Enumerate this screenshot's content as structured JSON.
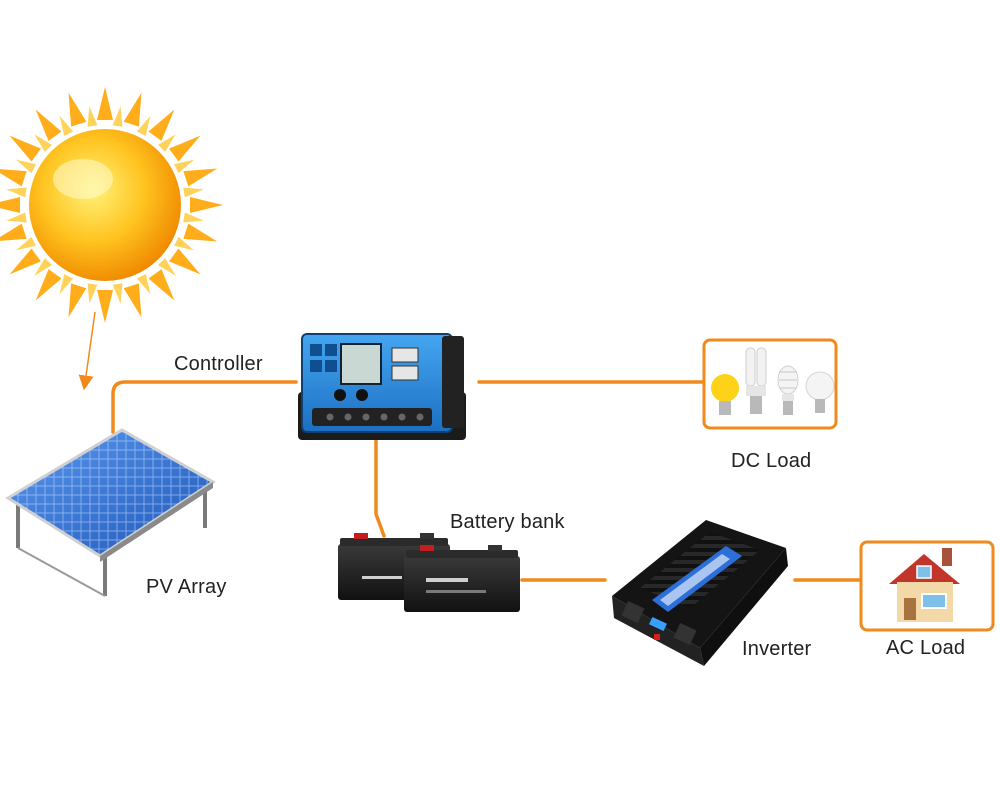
{
  "labels": {
    "controller": "Controller",
    "pv_array": "PV Array",
    "battery_bank": "Battery bank",
    "dc_load": "DC Load",
    "inverter": "Inverter",
    "ac_load": "AC Load"
  },
  "colors": {
    "connector": "#f08a1c",
    "sun_core": "#ffb41e",
    "panel_blue": "#2f6fd6",
    "controller_blue": "#2d8ce0",
    "battery": "#1e1e1e",
    "inverter_accent": "#2c6fd8"
  },
  "icons": [
    "sun-icon",
    "solar-panel-icon",
    "charge-controller-icon",
    "battery-icon",
    "inverter-icon",
    "light-bulb-icon",
    "house-icon"
  ]
}
